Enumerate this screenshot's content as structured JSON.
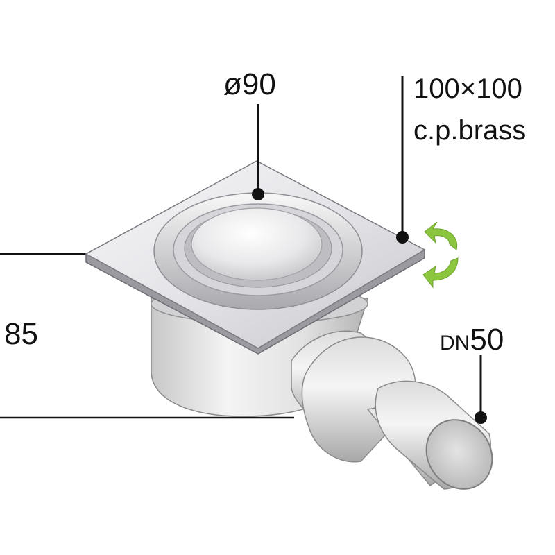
{
  "labels": {
    "diameter": "ø90",
    "cover_size": "100×100",
    "material": "c.p.brass",
    "height": "85",
    "outlet_prefix": "DN",
    "outlet_size": "50"
  },
  "colors": {
    "ink": "#111111",
    "metal_light": "#f2f2f4",
    "metal_mid": "#c9c9cc",
    "metal_dark": "#8f8f93",
    "pvc_light": "#eeeeee",
    "pvc_shadow": "#bdbdbd",
    "rotate_arrow": "#8cc63f"
  },
  "icons": {
    "rotate": "rotate-arrows-icon"
  }
}
